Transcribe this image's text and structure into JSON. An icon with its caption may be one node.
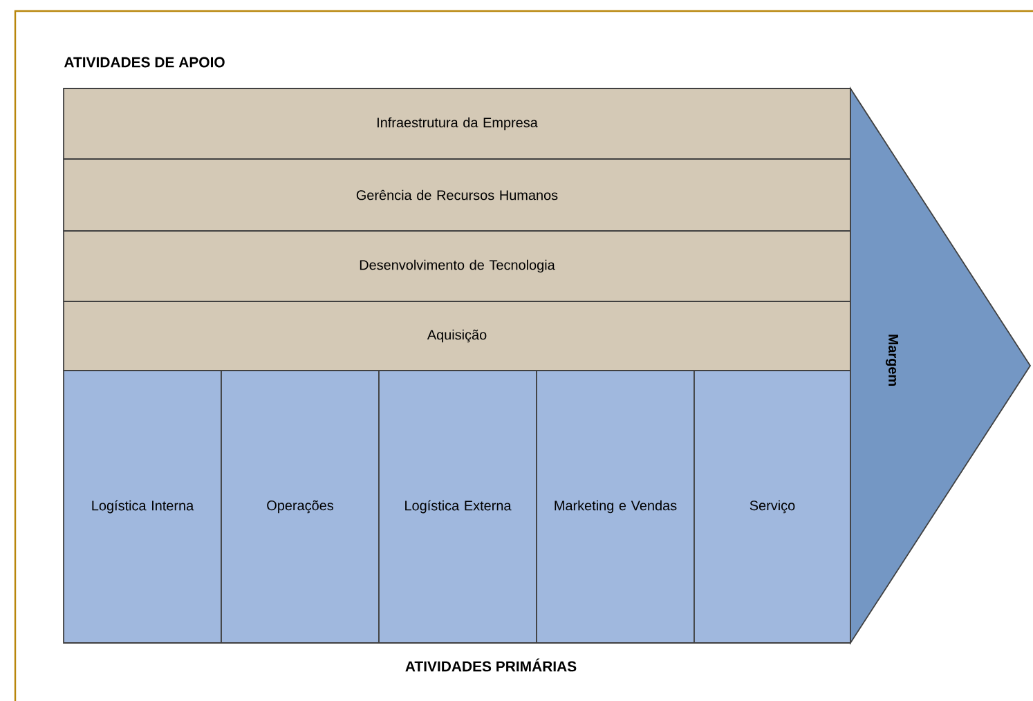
{
  "diagram": {
    "nodes": [
      {
        "text": [
          "Infraestrutura da Empresa"
        ]
      },
      {
        "text": [
          "Gerência de Recursos Humanos"
        ]
      },
      {
        "text": [
          "Desenvolvimento de Tecnologia"
        ]
      },
      {
        "text": [
          "Aquisição"
        ]
      },
      {
        "text": [
          "Logística Interna"
        ]
      },
      {
        "text": [
          "Operações"
        ]
      },
      {
        "text": [
          "Logística Externa"
        ]
      },
      {
        "text": [
          "Marketing e Vendas"
        ]
      },
      {
        "text": [
          "Serviço"
        ]
      },
      {
        "text": [
          "Margem"
        ]
      }
    ],
    "labels": [
      "ATIVIDADES DE APOIO",
      "ATIVIDADES PRIMÁRIAS"
    ]
  }
}
